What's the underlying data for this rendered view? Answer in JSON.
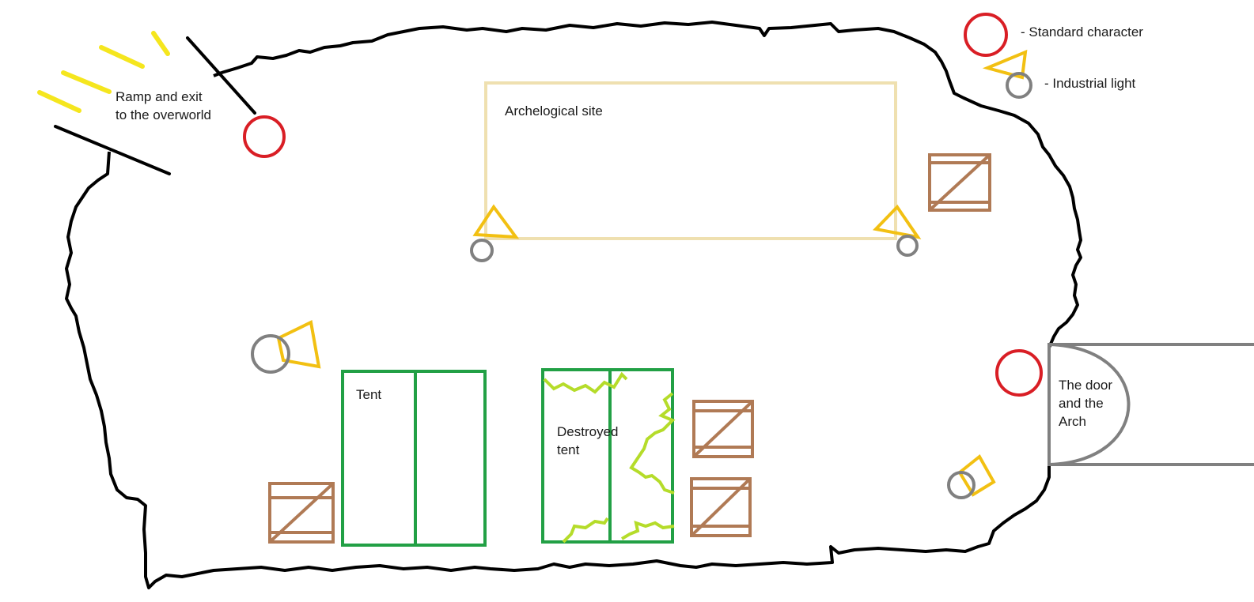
{
  "colors": {
    "outline": "#000000",
    "character": "#d91e25",
    "light_cone": "#f2c012",
    "light_base": "#808080",
    "crate": "#b07a55",
    "tent": "#22a045",
    "tear": "#b5dc2a",
    "site": "#efe0b0",
    "ray": "#f5e61e",
    "door": "#808080"
  },
  "legend": {
    "character_label": "- Standard character",
    "light_label": "- Industrial light",
    "character_icon": "red-circle-icon",
    "light_icon": "industrial-light-icon"
  },
  "labels": {
    "ramp_line1": "Ramp and exit",
    "ramp_line2": "to the overworld",
    "site": "Archelogical site",
    "tent": "Tent",
    "destroyed_line1": "Destroyed",
    "destroyed_line2": "tent",
    "door_line1": "The door",
    "door_line2": "and the",
    "door_line3": "Arch"
  }
}
